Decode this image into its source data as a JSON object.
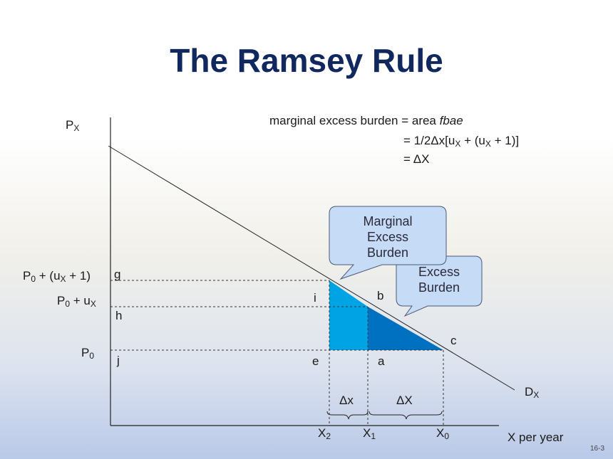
{
  "title": "The Ramsey Rule",
  "page_number": "16-3",
  "axes": {
    "y_label_main": "P",
    "y_label_sub": "X",
    "x_label": "X per year"
  },
  "formula": {
    "line1_prefix": "marginal excess burden = area ",
    "line1_italic": "fbae",
    "line2_a": "= 1/2Δx[u",
    "line2_s1": "X",
    "line2_b": " + (u",
    "line2_s2": "X",
    "line2_c": " + 1)]",
    "line3": "= ΔX"
  },
  "price_labels": {
    "p_high_a": "P",
    "p_high_s0": "0",
    "p_high_b": " + (u",
    "p_high_s1": "X",
    "p_high_c": " + 1)",
    "p_mid_a": "P",
    "p_mid_s0": "0",
    "p_mid_b": " + u",
    "p_mid_s1": "X",
    "p_low_a": "P",
    "p_low_s0": "0"
  },
  "points": {
    "g": "g",
    "h": "h",
    "j": "j",
    "i": "i",
    "b": "b",
    "c": "c",
    "e": "e",
    "a": "a"
  },
  "demand_label_main": "D",
  "demand_label_sub": "X",
  "x_ticks": {
    "x2_main": "X",
    "x2_sub": "2",
    "x1_main": "X",
    "x1_sub": "1",
    "x0_main": "X",
    "x0_sub": "0"
  },
  "brackets": {
    "small": "Δx",
    "large": "ΔX"
  },
  "callouts": {
    "front": [
      "Marginal",
      "Excess",
      "Burden"
    ],
    "back": [
      "Excess",
      "Burden"
    ]
  },
  "colors": {
    "title": "#10285e",
    "light_triangle": "#00a4e4",
    "dark_triangle": "#0070c0",
    "callout_fill": "#c6dcf6",
    "callout_stroke": "#4a5a78"
  }
}
